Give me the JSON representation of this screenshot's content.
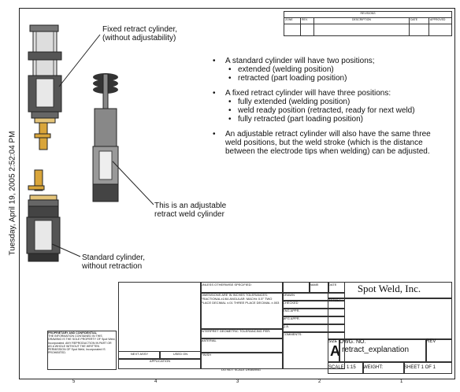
{
  "side_date": "Tuesday, April 19, 2005 2:52:04 PM",
  "revisions": {
    "title": "REVISIONS",
    "zone": "ZONE",
    "rev": "REV.",
    "description": "DESCRIPTION",
    "date": "DATE",
    "approved": "APPROVED"
  },
  "labels": {
    "fixed": [
      "Fixed retract cylinder,",
      "(without adjustability)"
    ],
    "adjustable": [
      "This is an adjustable",
      "retract weld cylinder"
    ],
    "standard": [
      "Standard cylinder,",
      "without retraction"
    ]
  },
  "bullets": [
    {
      "text": "A standard cylinder will have two positions;",
      "subs": [
        "extended (welding position)",
        "retracted (part loading position)"
      ]
    },
    {
      "text": "A fixed retract cylinder will have three positions:",
      "subs": [
        "fully extended (welding position)",
        "weld ready position (retracted, ready for next weld)",
        "fully retracted (part loading position)"
      ]
    },
    {
      "text": "An adjustable retract cylinder will also have the same three weld positions, but the weld stroke (which is the distance between the electrode tips when welding) can be adjusted.",
      "subs": []
    }
  ],
  "title_block": {
    "unless": "UNLESS OTHERWISE SPECIFIED:",
    "name": "NAME",
    "date": "DATE",
    "dims": "DIMENSIONS ARE IN INCHES TOLERANCES: FRACTIONAL±1/64 ANGULAR: MACH± 0.5° TWO PLACE DECIMAL ±.01 THREE PLACE DECIMAL ±.003",
    "drawn": "DRAWN",
    "checked": "CHECKED",
    "eng": "ENG APPR.",
    "mfg": "MFG APPR.",
    "qa": "Q.A.",
    "comments": "COMMENTS:",
    "interp": "INTERPRET GEOMETRIC TOLERANCING PER:",
    "material": "MATERIAL",
    "finish": "FINISH",
    "next_assy": "NEXT ASSY",
    "used_on": "USED ON",
    "application": "APPLICATION",
    "do_not_scale": "DO NOT SCALE DRAWING",
    "company": "Spot Weld, Inc.",
    "title_lbl": "TITLE:",
    "size_lbl": "SIZE",
    "size": "A",
    "dwg_lbl": "DWG.  NO.",
    "dwg": "retract_explanation",
    "rev_lbl": "REV",
    "scale": "SCALE: 1:15",
    "weight": "WEIGHT:",
    "sheet": "SHEET 1 OF 1",
    "proprietary_title": "PROPRIETARY AND CONFIDENTIAL",
    "proprietary": "THE INFORMATION CONTAINED IN THIS DRAWING IS THE SOLE PROPERTY OF Spot Weld, Incorporated. ANY REPRODUCTION IN PART OR AS A WHOLE WITHOUT THE WRITTEN PERMISSION OF Spot Weld, Incorporated IS PROHIBITED."
  },
  "zones": [
    "5",
    "4",
    "3",
    "2",
    "1"
  ]
}
